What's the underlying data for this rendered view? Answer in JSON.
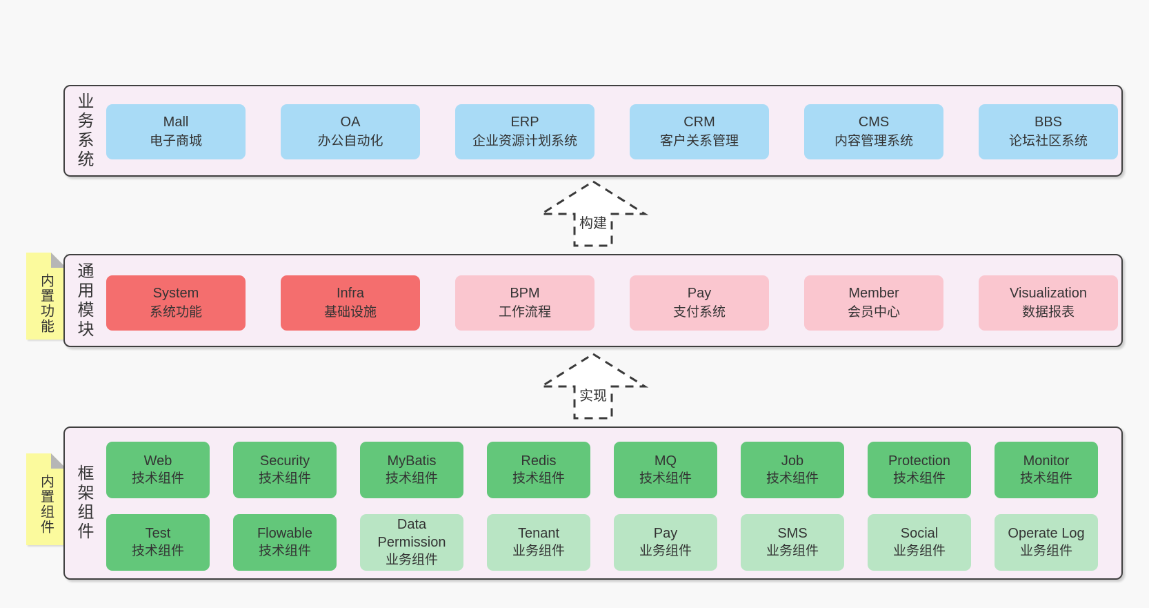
{
  "colors": {
    "page_bg": "#f8f8f8",
    "band_bg": "#f8edf6",
    "band_border": "#3f3f3f",
    "blue_box": "#a9dbf6",
    "red_box": "#f46e6e",
    "pink_box": "#fac6cf",
    "green_box": "#63c77a",
    "light_green_box": "#b9e5c4",
    "sticky_yellow": "#fbfa9d",
    "text": "#333333"
  },
  "bands": {
    "business": {
      "label": "业务系统",
      "boxes": [
        {
          "title": "Mall",
          "subtitle": "电子商城",
          "variant": "blue"
        },
        {
          "title": "OA",
          "subtitle": "办公自动化",
          "variant": "blue"
        },
        {
          "title": "ERP",
          "subtitle": "企业资源计划系统",
          "variant": "blue"
        },
        {
          "title": "CRM",
          "subtitle": "客户关系管理",
          "variant": "blue"
        },
        {
          "title": "CMS",
          "subtitle": "内容管理系统",
          "variant": "blue"
        },
        {
          "title": "BBS",
          "subtitle": "论坛社区系统",
          "variant": "blue"
        }
      ]
    },
    "modules": {
      "label": "通用模块",
      "sticky": "内置功能",
      "boxes": [
        {
          "title": "System",
          "subtitle": "系统功能",
          "variant": "red"
        },
        {
          "title": "Infra",
          "subtitle": "基础设施",
          "variant": "red"
        },
        {
          "title": "BPM",
          "subtitle": "工作流程",
          "variant": "pink"
        },
        {
          "title": "Pay",
          "subtitle": "支付系统",
          "variant": "pink"
        },
        {
          "title": "Member",
          "subtitle": "会员中心",
          "variant": "pink"
        },
        {
          "title": "Visualization",
          "subtitle": "数据报表",
          "variant": "pink"
        }
      ]
    },
    "components": {
      "label": "框架组件",
      "sticky": "内置组件",
      "rows": [
        [
          {
            "title": "Web",
            "subtitle": "技术组件",
            "variant": "green"
          },
          {
            "title": "Security",
            "subtitle": "技术组件",
            "variant": "green"
          },
          {
            "title": "MyBatis",
            "subtitle": "技术组件",
            "variant": "green"
          },
          {
            "title": "Redis",
            "subtitle": "技术组件",
            "variant": "green"
          },
          {
            "title": "MQ",
            "subtitle": "技术组件",
            "variant": "green"
          },
          {
            "title": "Job",
            "subtitle": "技术组件",
            "variant": "green"
          },
          {
            "title": "Protection",
            "subtitle": "技术组件",
            "variant": "green"
          },
          {
            "title": "Monitor",
            "subtitle": "技术组件",
            "variant": "green"
          }
        ],
        [
          {
            "title": "Test",
            "subtitle": "技术组件",
            "variant": "green"
          },
          {
            "title": "Flowable",
            "subtitle": "技术组件",
            "variant": "green"
          },
          {
            "title": "Data Permission",
            "subtitle": "业务组件",
            "variant": "lightgreen"
          },
          {
            "title": "Tenant",
            "subtitle": "业务组件",
            "variant": "lightgreen"
          },
          {
            "title": "Pay",
            "subtitle": "业务组件",
            "variant": "lightgreen"
          },
          {
            "title": "SMS",
            "subtitle": "业务组件",
            "variant": "lightgreen"
          },
          {
            "title": "Social",
            "subtitle": "业务组件",
            "variant": "lightgreen"
          },
          {
            "title": "Operate Log",
            "subtitle": "业务组件",
            "variant": "lightgreen"
          }
        ]
      ]
    }
  },
  "arrows": [
    {
      "label": "构建"
    },
    {
      "label": "实现"
    }
  ]
}
